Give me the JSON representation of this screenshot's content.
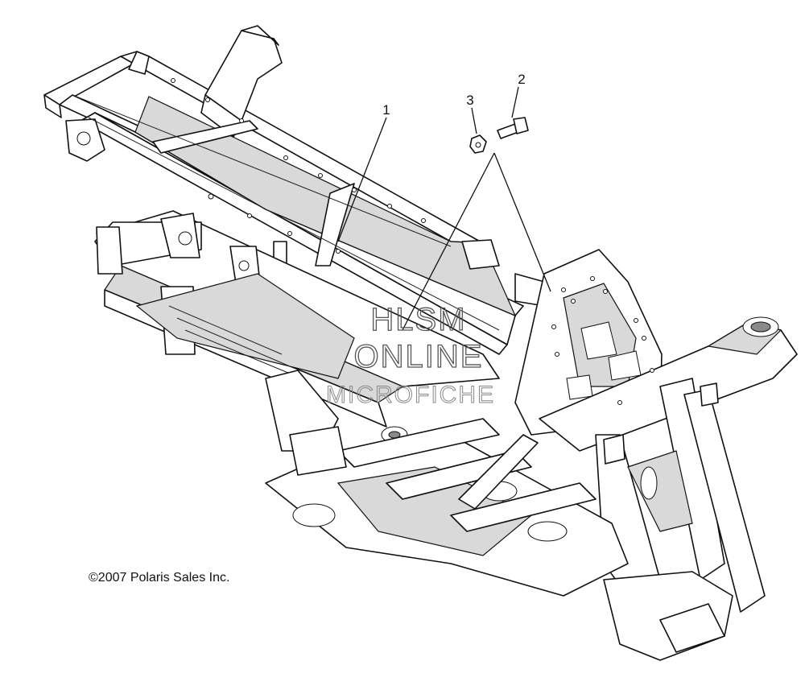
{
  "callouts": [
    {
      "number": "1",
      "part": "frame"
    },
    {
      "number": "2",
      "part": "bolt"
    },
    {
      "number": "3",
      "part": "nut"
    }
  ],
  "watermark": {
    "line1": "HLSM",
    "line2": "ONLINE",
    "line3": "MICROFICHE"
  },
  "copyright": "©2007 Polaris Sales Inc."
}
